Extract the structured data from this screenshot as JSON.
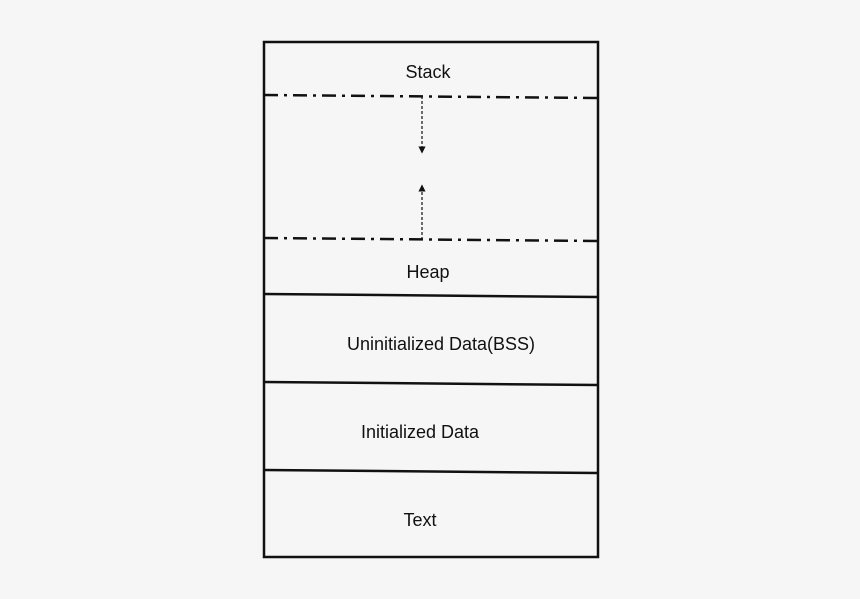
{
  "diagram": {
    "segments": {
      "stack": "Stack",
      "heap": "Heap",
      "bss": "Uninitialized Data(BSS)",
      "initialized": "Initialized Data",
      "text": "Text"
    },
    "colors": {
      "background": "#f6f6f6",
      "stroke": "#111111"
    }
  }
}
